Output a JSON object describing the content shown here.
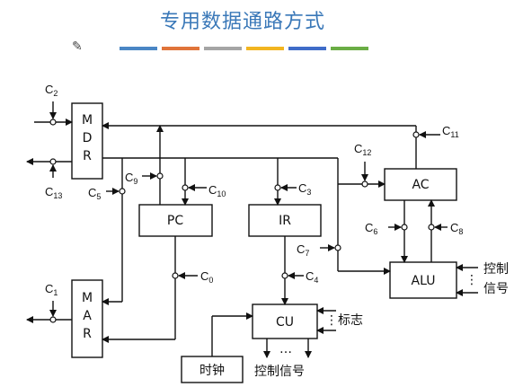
{
  "title": "专用数据通路方式",
  "accent_colors": [
    "#4a86c5",
    "#e0743a",
    "#a5a5a5",
    "#f2b520",
    "#3f6cc8",
    "#6aad45"
  ],
  "pen_icon": "pencil-icon",
  "blocks": {
    "mdr": "MDR",
    "mar": "MAR",
    "pc": "PC",
    "ir": "IR",
    "cu": "CU",
    "ac": "AC",
    "alu": "ALU",
    "clock": "时钟"
  },
  "signals": {
    "c0": {
      "main": "C",
      "sub": "0"
    },
    "c1": {
      "main": "C",
      "sub": "1"
    },
    "c2": {
      "main": "C",
      "sub": "2"
    },
    "c3": {
      "main": "C",
      "sub": "3"
    },
    "c4": {
      "main": "C",
      "sub": "4"
    },
    "c5": {
      "main": "C",
      "sub": "5"
    },
    "c6": {
      "main": "C",
      "sub": "6"
    },
    "c7": {
      "main": "C",
      "sub": "7"
    },
    "c8": {
      "main": "C",
      "sub": "8"
    },
    "c9": {
      "main": "C",
      "sub": "9"
    },
    "c10": {
      "main": "C",
      "sub": "10"
    },
    "c11": {
      "main": "C",
      "sub": "11"
    },
    "c12": {
      "main": "C",
      "sub": "12"
    },
    "c13": {
      "main": "C",
      "sub": "13"
    }
  },
  "labels": {
    "flags": "标志",
    "cu_control": "控制信号",
    "alu_control_1": "控制",
    "alu_control_2": "信号",
    "ellipsis": "…",
    "vdots": "⋮"
  }
}
